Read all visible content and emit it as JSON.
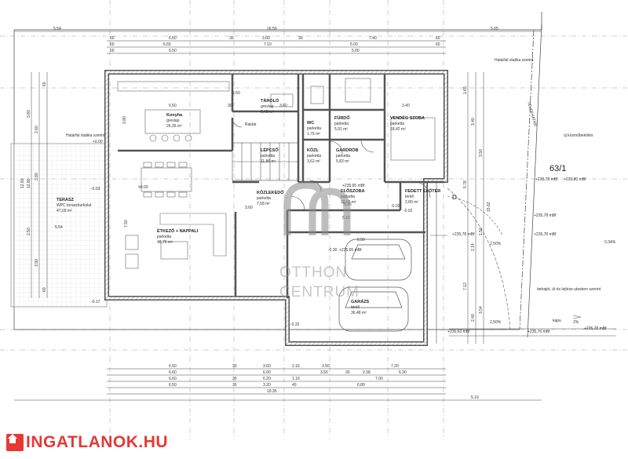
{
  "colors": {
    "wall": "#555555",
    "line": "#333333",
    "dim": "#444444",
    "hatch": "#9a9a9a",
    "brand": "#e53935",
    "watermark": "#9a9a9a"
  },
  "rooms": [
    {
      "id": "konyha",
      "name": "Konyha",
      "floor": "greslap",
      "area": "26,35 m²"
    },
    {
      "id": "tarolo",
      "name": "TÁROLÓ",
      "floor": "greslap",
      "area": "6,48 m²"
    },
    {
      "id": "wc",
      "name": "WC",
      "floor": "parketta",
      "area": "1,76 m²"
    },
    {
      "id": "furdo",
      "name": "FÜRDŐ",
      "floor": "parketta",
      "area": "5,91 m²"
    },
    {
      "id": "vendeg",
      "name": "VENDÉG SZOBA",
      "floor": "parketta",
      "area": "18,42 m²"
    },
    {
      "id": "lepcso",
      "name": "LÉPCSŐ",
      "floor": "parketta",
      "area": "11,86 m²"
    },
    {
      "id": "kozl",
      "name": "KÖZL",
      "floor": "parketta",
      "area": "3,62 m²"
    },
    {
      "id": "gardrob",
      "name": "GARDRÓB",
      "floor": "parketta",
      "area": "5,83 m²"
    },
    {
      "id": "kozlekedo",
      "name": "KÖZLEKEDŐ",
      "floor": "parketta",
      "area": "7,58 m²"
    },
    {
      "id": "eloszoba",
      "name": "ELŐSZOBA",
      "floor": "parketta",
      "area": "10,03 m²"
    },
    {
      "id": "fedett",
      "name": "FEDETT ELŐTÉR",
      "floor": "térkő",
      "area": "2,80 m²"
    },
    {
      "id": "etkezo",
      "name": "ÉTKEZŐ + NAPPALI",
      "floor": "parketta",
      "area": "48,75 m²"
    },
    {
      "id": "terasz",
      "name": "TERASZ",
      "floor": "WPC teraszburkolat",
      "area": "47,09 m²"
    },
    {
      "id": "garazs",
      "name": "GARÁZS",
      "floor": "térkő",
      "area": "36,48 m²"
    }
  ],
  "levels": {
    "l1": "±0.00",
    "l2": "-0.03",
    "l3": "-0.17",
    "l4": "+0.00",
    "l5": "-0.02",
    "l6": "-0.02",
    "l7": "-0.30",
    "l8": "-0.32",
    "l9": "+235,65 mBf",
    "l10": "+235,65 mBf",
    "l11": "+235,78 mBf",
    "l12": "+235,80 mBf",
    "l13": "+235,78 mBf",
    "l14": "+235,78 mBf",
    "l15": "+235,78 mBf",
    "l16": "+235,63 mBf",
    "l17": "+235,76 mBf",
    "l18": "+235,78 mBf"
  },
  "annotations": {
    "lot": "63/1",
    "street": "TELEKHATÁR",
    "utility": "új közműbekötés",
    "gate": "kapu",
    "driveway": "behajtó, út és lejtése utasterv szerint",
    "slope1": "2%",
    "slope2": "2,50%",
    "slope3": "2,50%",
    "slope4": "0,34%",
    "statik1": "Határfal statika szerint",
    "statik2": "Határfal statika szerint",
    "door_d": "D",
    "lft_note": "Raktár"
  },
  "dims_top": {
    "r1": [
      "5.54",
      "16.50",
      "5.65"
    ],
    "r2": [
      "60",
      "6.50",
      "30",
      "3.60",
      "30",
      "7.40",
      "60"
    ],
    "r3": [
      "60",
      "6.65",
      "7.10",
      "5.00",
      "60"
    ],
    "r4": [
      "60",
      "6.50",
      "5.00"
    ]
  },
  "dims_bottom": {
    "r1": [
      "6.60",
      "30",
      "3.60",
      "1.16",
      "3.50",
      "7.20"
    ],
    "r2": [
      "6.60",
      "6.00",
      "3.50",
      "30",
      "2.38",
      "6.30"
    ],
    "r3": [
      "6.60",
      "30",
      "6.20",
      "1.16",
      "7.00"
    ],
    "r4": [
      "6.50",
      "30",
      "3.20",
      "40",
      "6.80"
    ],
    "r5": [
      "19.35"
    ],
    "r6": [
      "5.16"
    ]
  },
  "dims_inner": {
    "d1": "6.50",
    "d2": "30",
    "d3": "3.60",
    "d4": "3.40",
    "d5": "3.60",
    "d6": "5.10",
    "d7": "6.50",
    "d8": "5.16",
    "d9": "2.50",
    "d10": "3.80",
    "d11": "7.50",
    "d12": "5.54",
    "d13": "12.80",
    "d14": "15.62"
  },
  "dims_left": [
    "3.80",
    "2.60",
    "60",
    "12.80",
    "3.80",
    "2.50",
    "3.90",
    "60"
  ],
  "dims_right": [
    "1.65",
    "3.40",
    "3.50",
    "5.78",
    "2.14",
    "1.50",
    "7.12",
    "2.40",
    "3.54"
  ],
  "watermark": {
    "line1": "OTTHON",
    "line2": "CENTRUM"
  },
  "brand": {
    "name": "INGATLANOK.HU"
  }
}
